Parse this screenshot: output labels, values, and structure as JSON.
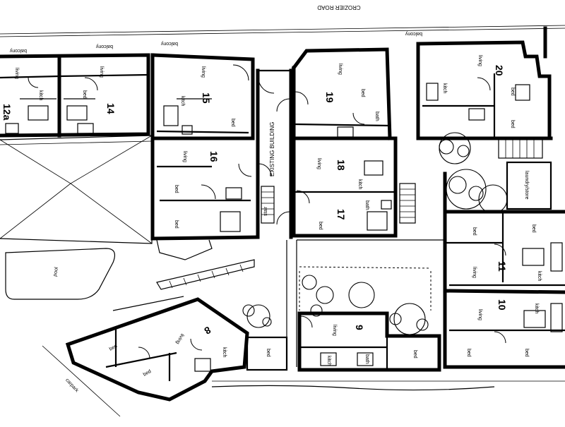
{
  "plan": {
    "street": "CROZIER ROAD",
    "corner_label": "carpark",
    "pool": "pool",
    "building": "EXISTING BUILDING",
    "units": [
      "12a",
      "14",
      "15",
      "19",
      "20",
      "16",
      "18",
      "17",
      "11",
      "10",
      "9",
      "8"
    ],
    "labels": {
      "balcony": "balcony",
      "living": "living",
      "kitch": "kitch",
      "bed": "bed",
      "bath": "bath",
      "laundry": "laundry/store",
      "stair": "stair"
    }
  }
}
